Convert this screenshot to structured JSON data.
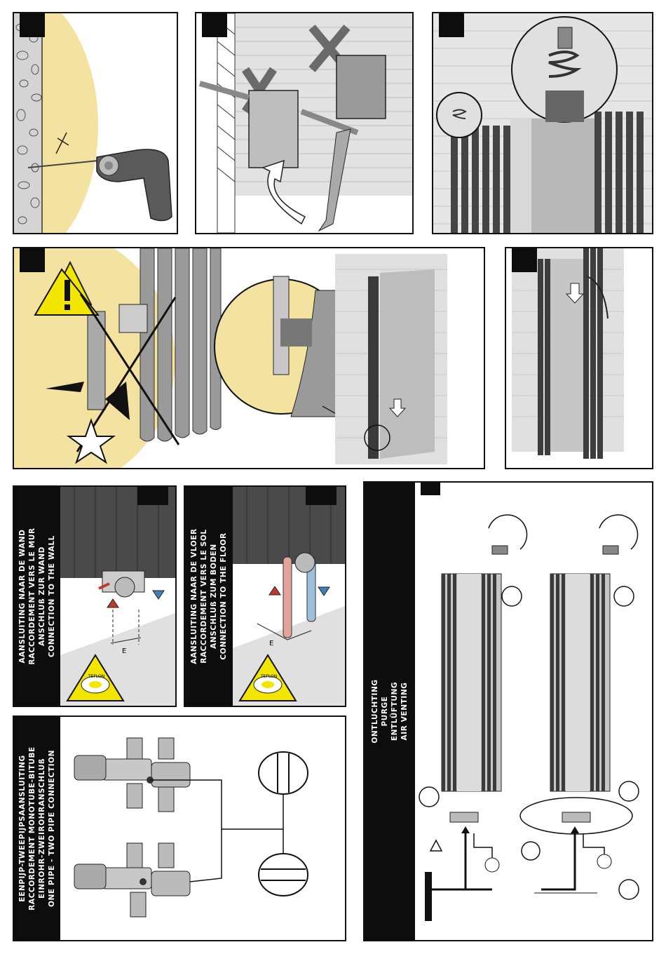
{
  "panels": {
    "wall_connection": {
      "lines": [
        "AANSLUITING NAAR DE WAND",
        "RACCORDEMENT VERS LE MUR",
        "ANSCHLUß ZUR WAND",
        "CONNECTION TO THE WALL"
      ],
      "dimension_label": "E",
      "tape_label": "TEFLON"
    },
    "floor_connection": {
      "lines": [
        "AANSLUITING NAAR DE VLOER",
        "RACCORDEMENT VERS LE SOL",
        "ANSCHLUß ZUM BODEN",
        "CONNECTION TO THE FLOOR"
      ],
      "dimension_label": "E",
      "tape_label": "TEFLON"
    },
    "pipe_connection": {
      "lines": [
        "EENPIJP-TWEEPIJPSAANSLUITING",
        "RACCORDEMENT MONOTUBE-BITUBE",
        "EINROHR-ZWEIROHRANSCHLUß",
        "ONE PIPE - TWO PIPE CONNECTION"
      ]
    },
    "air_venting": {
      "lines": [
        "ONTLUCHTING",
        "PURGE",
        "ENTLÜFTUNG",
        "AIR VENTING"
      ]
    }
  },
  "colors": {
    "accent_red": "#c0392b",
    "accent_blue": "#3f7fb8",
    "warning_yellow": "#f2e600",
    "glow": "#f4e2a0"
  }
}
